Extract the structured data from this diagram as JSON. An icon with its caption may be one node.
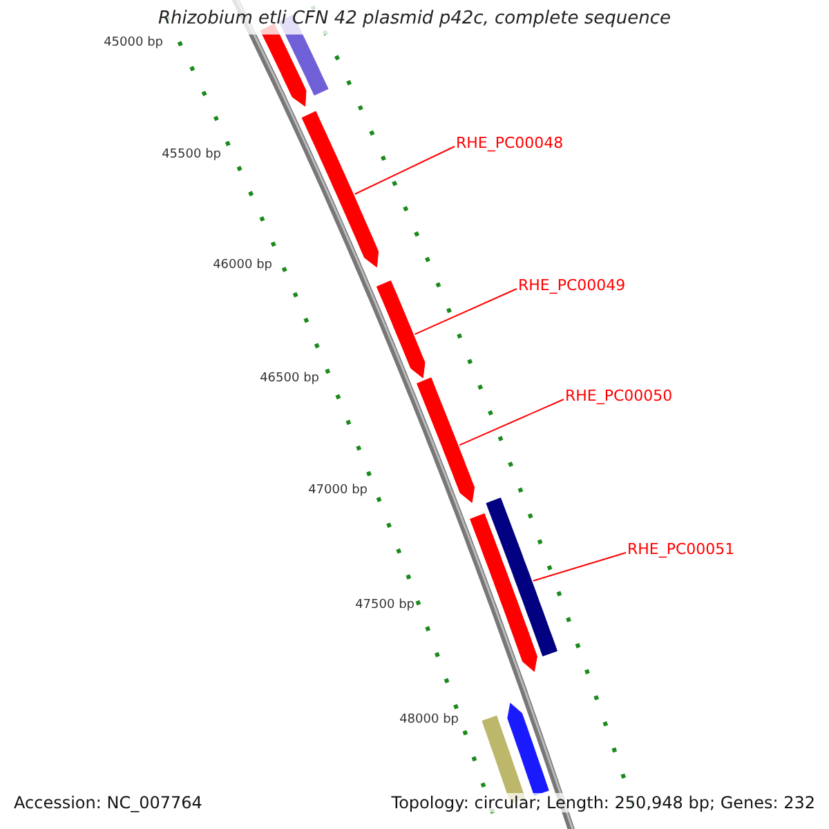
{
  "diagram": {
    "title": "Rhizobium etli CFN 42 plasmid p42c, complete sequence",
    "nodes": [
      {
        "text": [
          "RHE_PC00048"
        ]
      },
      {
        "text": [
          "RHE_PC00049"
        ]
      },
      {
        "text": [
          "RHE_PC00050"
        ]
      },
      {
        "text": [
          "RHE_PC00051"
        ]
      },
      {
        "text": [],
        "shape": "arrow"
      },
      {
        "text": [],
        "shape": "bar"
      },
      {
        "text": [],
        "shape": "arrow"
      },
      {
        "text": [],
        "shape": "arrow"
      },
      {
        "text": [],
        "shape": "arrow"
      },
      {
        "text": [],
        "shape": "bar"
      },
      {
        "text": [],
        "shape": "arrow"
      },
      {
        "text": [],
        "shape": "arrow"
      },
      {
        "text": [],
        "shape": "bar"
      }
    ],
    "edges": [
      {
        "from": 0,
        "to": 6,
        "arrow": "none"
      },
      {
        "from": 1,
        "to": 7,
        "arrow": "none"
      },
      {
        "from": 2,
        "to": 8,
        "arrow": "none"
      },
      {
        "from": 3,
        "to": 9,
        "arrow": "none"
      }
    ],
    "labels": [
      "45000 bp",
      "45500 bp",
      "46000 bp",
      "46500 bp",
      "47000 bp",
      "47500 bp",
      "48000 bp",
      "Accession: NC_007764",
      "Topology: circular; Length: 250,948 bp; Genes: 232"
    ]
  }
}
